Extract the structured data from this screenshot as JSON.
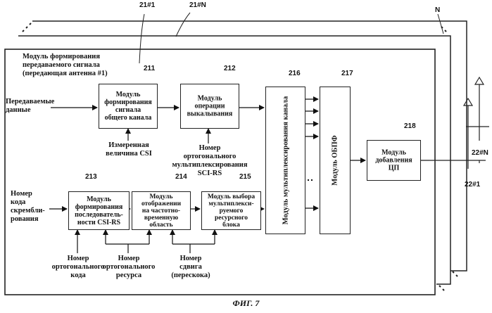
{
  "refs": {
    "frame_first": "21#1",
    "frame_last": "21#N",
    "n_label": "N",
    "b211": "211",
    "b212": "212",
    "b213": "213",
    "b214": "214",
    "b215": "215",
    "b216": "216",
    "b217": "217",
    "b218": "218",
    "ant_n": "22#N",
    "ant_1": "22#1"
  },
  "frame_title": "Модуль формирования\nпередаваемого сигнала\n(передающая антенна #1)",
  "inputs": {
    "tx_data": "Передаваемые\nданные",
    "scrambling": "Номер\nкода\nскрембли-\nрования",
    "csi": "Измеренная\nвеличина CSI",
    "scirs": "Номер\nортогонального\nмультиплексирования\nSCI-RS",
    "ortho_code": "Номер\nортогонального\nкода",
    "ortho_res": "Номер\nортогонального\nресурса",
    "shift": "Номер\nсдвига\n(перескока)"
  },
  "blocks": {
    "common_channel": "Модуль\nформирования\nсигнала\nобщего канала",
    "puncturing": "Модуль\nоперации\nвыкалывания",
    "csirs_seq": "Модуль\nформирования\nпоследователь-\nности CSI-RS",
    "tf_mapping": "Модуль\nотображении\nна частотно-\nвременную\nобласть",
    "mux_select": "Модуль выбора\nмультиплекси-\nруемого\nресурсного\nблока",
    "channel_mux": "Модуль мультиплексирования канала",
    "ifft": "Модуль ОБПФ",
    "cp_add": "Модуль\nдобавления\nЦП"
  },
  "caption": "ФИГ. 7"
}
